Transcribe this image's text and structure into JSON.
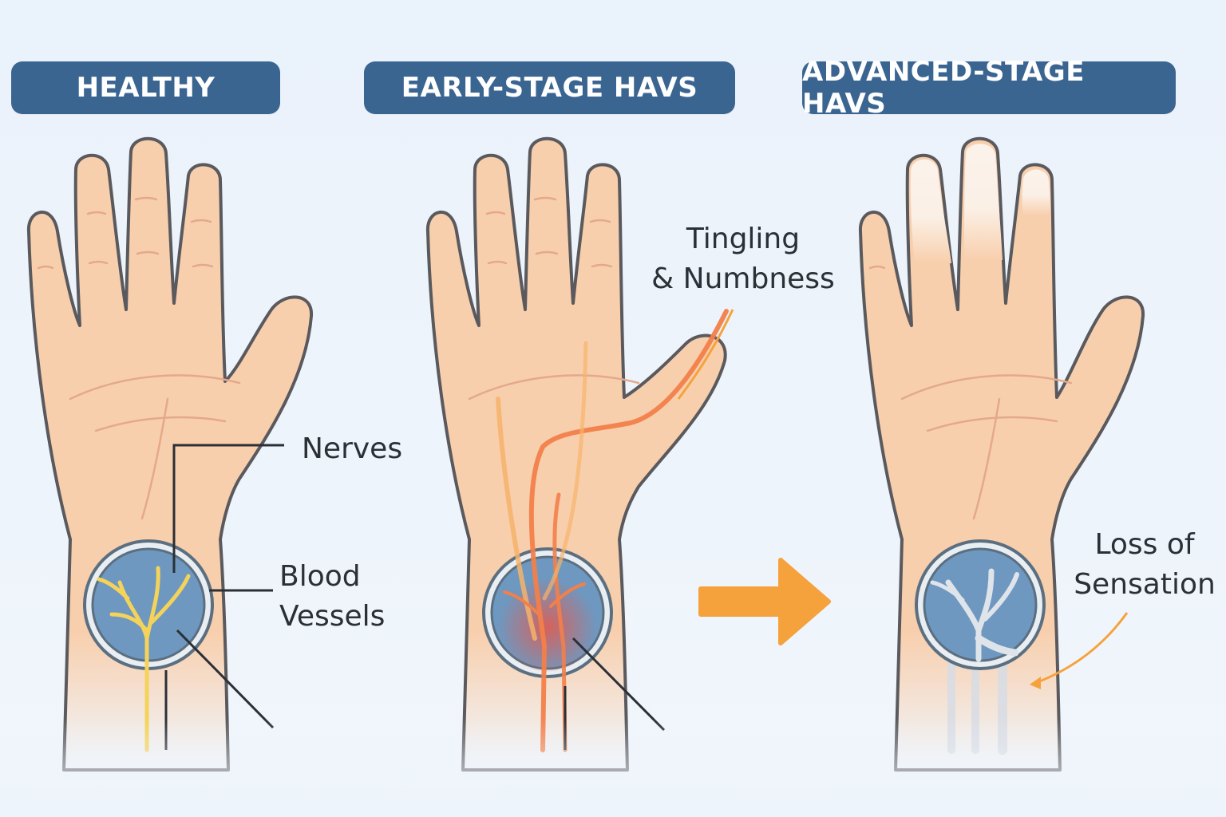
{
  "panels": {
    "healthy": {
      "title": "HEALTHY"
    },
    "early": {
      "title": "EARLY-STAGE HAVS"
    },
    "advanced": {
      "title": "ADVANCED-STAGE HAVS"
    }
  },
  "callouts": {
    "nerves": "Nerves",
    "blood_vessels": {
      "line1": "Blood",
      "line2": "Vessels"
    },
    "tingling": {
      "line1": "Tingling",
      "line2": "& Numbness"
    },
    "loss_of_sensation": {
      "line1": "Loss of",
      "line2": "Sensation"
    }
  },
  "colors": {
    "title_bg": "#3b6591",
    "skin": "#f8cfad",
    "outline": "#5a5a5e",
    "nerve_healthy": "#f5d35a",
    "nerve_early": "#f2804a",
    "arrow": "#f6a23c",
    "nerve_advanced": "#d9dde4"
  }
}
